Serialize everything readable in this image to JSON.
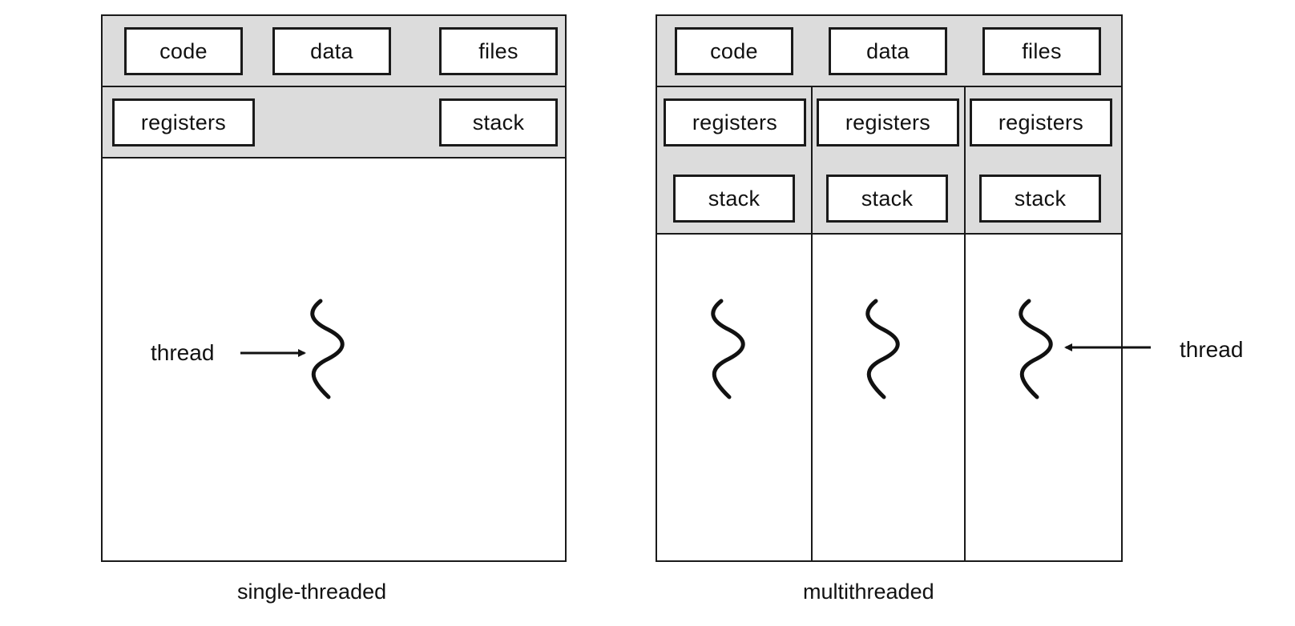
{
  "single": {
    "shared": [
      "code",
      "data",
      "files"
    ],
    "registers": "registers",
    "stack": "stack",
    "thread_label": "thread",
    "caption": "single-threaded"
  },
  "multi": {
    "shared": [
      "code",
      "data",
      "files"
    ],
    "threads": [
      {
        "registers": "registers",
        "stack": "stack"
      },
      {
        "registers": "registers",
        "stack": "stack"
      },
      {
        "registers": "registers",
        "stack": "stack"
      }
    ],
    "thread_label": "thread",
    "caption": "multithreaded"
  }
}
